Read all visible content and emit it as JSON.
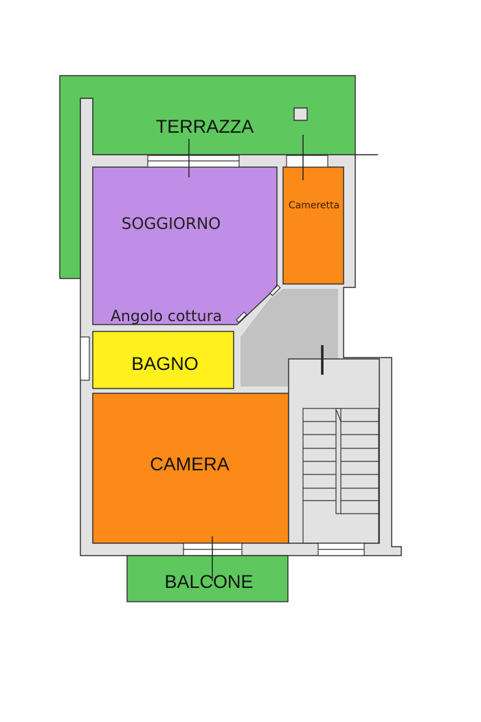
{
  "plan": {
    "rooms": {
      "terrazza": "TERRAZZA",
      "soggiorno": "SOGGIORNO",
      "angolo_cottura": "Angolo cottura",
      "cameretta": "Cameretta",
      "bagno": "BAGNO",
      "camera": "CAMERA",
      "balcone": "BALCONE"
    },
    "colors": {
      "outdoor": "#5ec85e",
      "soggiorno": "#c08ee6",
      "bedroom": "#fb8a18",
      "bagno": "#fff01e",
      "hall": "#c2c2c2",
      "wall": "#e2e2e2"
    }
  }
}
